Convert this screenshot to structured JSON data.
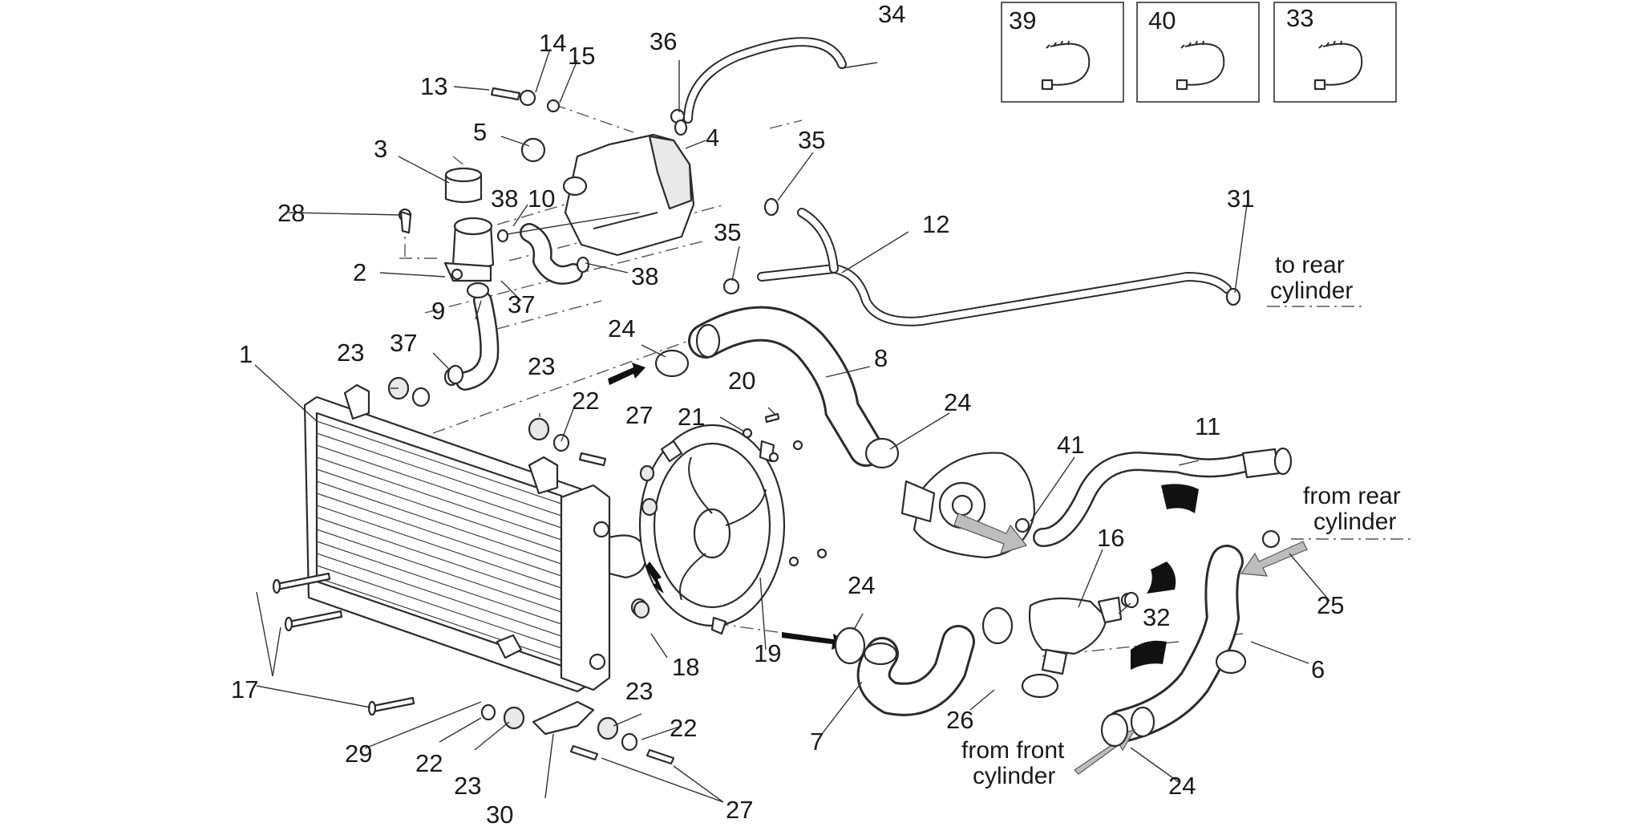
{
  "figure": {
    "part_numbers": [
      "1",
      "2",
      "3",
      "4",
      "5",
      "6",
      "7",
      "8",
      "9",
      "10",
      "11",
      "12",
      "13",
      "14",
      "15",
      "16",
      "17",
      "18",
      "19",
      "20",
      "21",
      "22",
      "23",
      "24",
      "25",
      "26",
      "27",
      "28",
      "29",
      "30",
      "31",
      "32",
      "33",
      "34",
      "35",
      "36",
      "37",
      "38",
      "39",
      "40",
      "41"
    ],
    "callouts": {
      "n1": "1",
      "n2": "2",
      "n3": "3",
      "n4": "4",
      "n5": "5",
      "n6": "6",
      "n7": "7",
      "n8": "8",
      "n9": "9",
      "n10": "10",
      "n11": "11",
      "n12": "12",
      "n13": "13",
      "n14": "14",
      "n15": "15",
      "n16": "16",
      "n17": "17",
      "n18": "18",
      "n19": "19",
      "n20": "20",
      "n21": "21",
      "n22a": "22",
      "n22b": "22",
      "n22c": "22",
      "n23a": "23",
      "n23b": "23",
      "n23c": "23",
      "n23d": "23",
      "n24a": "24",
      "n24b": "24",
      "n24c": "24",
      "n24d": "24",
      "n25": "25",
      "n26": "26",
      "n27a": "27",
      "n27b": "27",
      "n28": "28",
      "n29": "29",
      "n30": "30",
      "n31": "31",
      "n32": "32",
      "n33": "33",
      "n34": "34",
      "n35a": "35",
      "n35b": "35",
      "n36": "36",
      "n37a": "37",
      "n37b": "37",
      "n38a": "38",
      "n38b": "38",
      "n39": "39",
      "n40": "40",
      "n41": "41"
    },
    "notes": {
      "to_rear_line1": "to rear",
      "to_rear_line2": "cylinder",
      "from_rear_line1": "from rear",
      "from_rear_line2": "cylinder",
      "from_front_line1": "from front",
      "from_front_line2": "cylinder"
    },
    "inset_boxes": [
      "39",
      "40",
      "33"
    ]
  }
}
